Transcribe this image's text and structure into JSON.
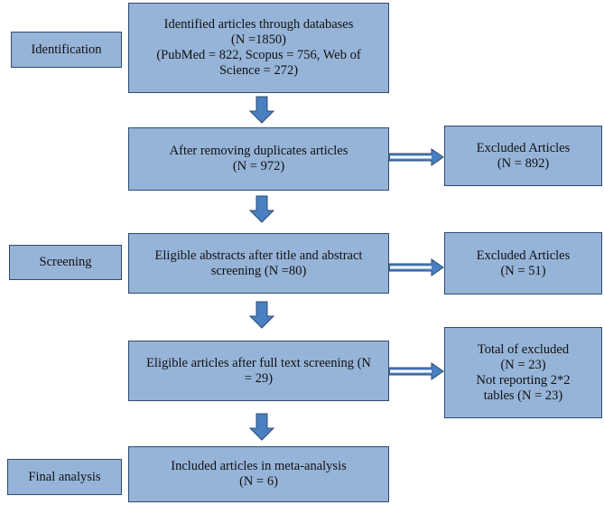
{
  "stages": {
    "identification": "Identification",
    "screening": "Screening",
    "final": "Final analysis"
  },
  "boxes": {
    "identified": [
      "Identified articles through databases",
      "(N =1850)",
      "(PubMed = 822, Scopus = 756, Web of",
      "Science = 272)"
    ],
    "dedup": [
      "After removing duplicates articles",
      "(N = 972)"
    ],
    "excluded1": [
      "Excluded Articles",
      "(N = 892)"
    ],
    "eligible_abstracts": [
      "Eligible abstracts after title and abstract",
      "screening (N =80)"
    ],
    "excluded2": [
      "Excluded Articles",
      "(N = 51)"
    ],
    "eligible_full": [
      "Eligible articles after full text screening (N",
      "= 29)"
    ],
    "excluded3": [
      "Total of excluded",
      "(N = 23)",
      "Not reporting 2*2",
      "tables (N = 23)"
    ],
    "included": [
      "Included articles in meta-analysis",
      "(N = 6)"
    ]
  },
  "colors": {
    "box_fill": "#96b4d8",
    "box_border": "#2f4b6e",
    "arrow_fill": "#4a7fc0"
  }
}
